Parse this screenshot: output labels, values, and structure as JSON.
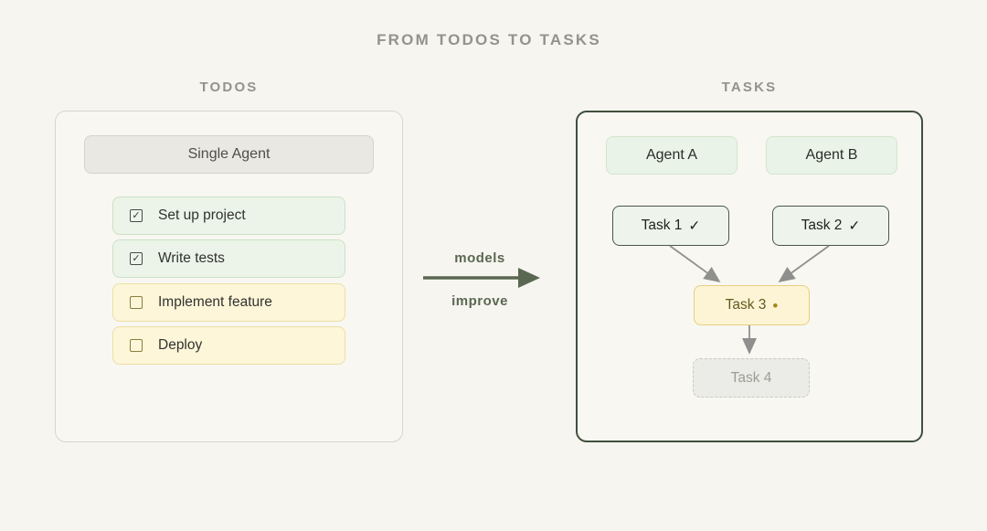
{
  "page": {
    "title": "FROM TODOS TO TASKS",
    "background_color": "#f7f5f0",
    "heading_color": "#94928d"
  },
  "todos": {
    "heading": "TODOS",
    "agent_box_label": "Single Agent",
    "items": [
      {
        "label": "Set up project",
        "state": "checked",
        "icon": "checkbox-checked-icon",
        "check_glyph": "✓"
      },
      {
        "label": "Write tests",
        "state": "checked",
        "icon": "checkbox-checked-icon",
        "check_glyph": "✓"
      },
      {
        "label": "Implement feature",
        "state": "unchecked",
        "icon": "checkbox-unchecked-icon",
        "check_glyph": ""
      },
      {
        "label": "Deploy",
        "state": "unchecked",
        "icon": "checkbox-unchecked-icon",
        "check_glyph": ""
      }
    ],
    "colors": {
      "done_bg": "#ecf4e9",
      "done_border": "#cbe1c5",
      "pending_bg": "#fdf6d9",
      "pending_border": "#ebdfa6",
      "agent_bg": "#eae8e3",
      "agent_border": "#d4d2cd"
    }
  },
  "transition": {
    "top_label": "models",
    "bottom_label": "improve",
    "icon": "right-arrow-icon",
    "arrow_color": "#5a6851"
  },
  "tasks": {
    "heading": "TASKS",
    "agents": [
      {
        "label": "Agent A"
      },
      {
        "label": "Agent B"
      }
    ],
    "nodes": [
      {
        "label": "Task 1",
        "status_glyph": "✓",
        "state": "done"
      },
      {
        "label": "Task 2",
        "status_glyph": "✓",
        "state": "done"
      },
      {
        "label": "Task 3",
        "status_glyph": "•",
        "state": "in_progress"
      },
      {
        "label": "Task 4",
        "status_glyph": "",
        "state": "pending"
      }
    ],
    "edges": [
      {
        "from": "Task 1",
        "to": "Task 3"
      },
      {
        "from": "Task 2",
        "to": "Task 3"
      },
      {
        "from": "Task 3",
        "to": "Task 4"
      }
    ],
    "colors": {
      "panel_border": "#414f3e",
      "agent_bg": "#eaf3e7",
      "agent_border": "#d2e5cc",
      "done_bg": "#eef4ec",
      "done_border": "#4a5646",
      "in_progress_bg": "#fdf4d5",
      "in_progress_border": "#e6d07d",
      "in_progress_text": "#63591f",
      "in_progress_dot": "#a3891a",
      "pending_bg": "#ebebe7",
      "pending_border": "#cacac4",
      "pending_text": "#9d9d97",
      "edge_arrow": "#8f8f8d"
    }
  }
}
